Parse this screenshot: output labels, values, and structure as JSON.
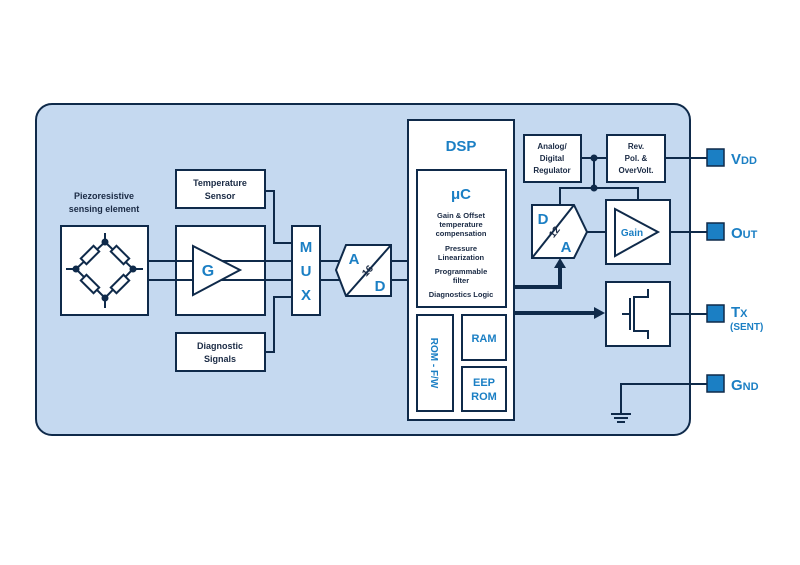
{
  "colors": {
    "background": "#ffffff",
    "chip_fill": "#c5d9f0",
    "stroke": "#0f2a4a",
    "accent_text": "#1b7fc4",
    "pin_fill": "#1b7fc4"
  },
  "sensing": {
    "title_line1": "Piezoresistive",
    "title_line2": "sensing element"
  },
  "temperature": {
    "line1": "Temperature",
    "line2": "Sensor"
  },
  "diagnostic": {
    "line1": "Diagnostic",
    "line2": "Signals"
  },
  "amplifier": {
    "label": "G"
  },
  "mux": {
    "letters": [
      "M",
      "U",
      "X"
    ]
  },
  "adc": {
    "in": "A",
    "out": "D",
    "bits": "16"
  },
  "dsp": {
    "title": "DSP",
    "uc": {
      "title": "μC",
      "items": [
        {
          "line1": "Gain & Offset",
          "line2": "temperature",
          "line3": "compensation"
        },
        {
          "line1": "Pressure",
          "line2": "Linearization"
        },
        {
          "line1": "Programmable",
          "line2": "filter"
        },
        {
          "line1": "Diagnostics Logic"
        }
      ]
    },
    "rom": "ROM - F/W",
    "ram": "RAM",
    "eeprom_line1": "EEP",
    "eeprom_line2": "ROM"
  },
  "regulator": {
    "line1": "Analog/",
    "line2": "Digital",
    "line3": "Regulator"
  },
  "protection": {
    "line1": "Rev.",
    "line2": "Pol. &",
    "line3": "OverVolt."
  },
  "dac": {
    "in": "D",
    "out": "A",
    "bits": "12"
  },
  "gain": {
    "label": "Gain"
  },
  "pins": [
    {
      "id": "vdd",
      "main": "V",
      "sub": "DD"
    },
    {
      "id": "out",
      "main": "O",
      "sub": "UT"
    },
    {
      "id": "tx",
      "main": "T",
      "sub": "X",
      "note": "(SENT)"
    },
    {
      "id": "gnd",
      "main": "G",
      "sub": "ND"
    }
  ]
}
